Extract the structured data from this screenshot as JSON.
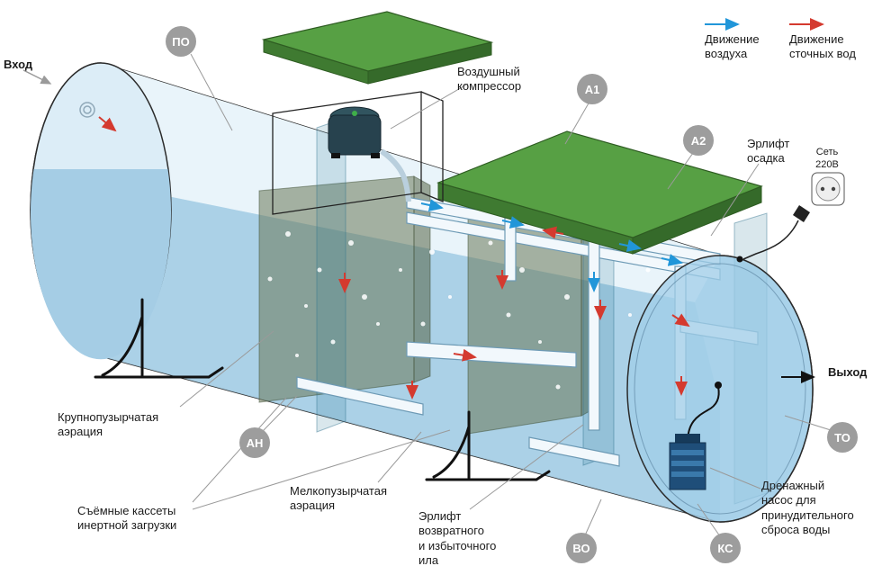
{
  "legend": {
    "air_label": "Движение\nвоздуха",
    "sewage_label": "Движение\nсточных вод"
  },
  "labels": {
    "inlet": "Вход",
    "outlet": "Выход",
    "compressor": "Воздушный\nкомпрессор",
    "sludge_airlift": "Эрлифт\nосадка",
    "power": "Сеть\n220В",
    "coarse_aeration": "Крупнопузырчатая\nаэрация",
    "cassettes": "Съёмные кассеты\nинертной загрузки",
    "fine_aeration": "Мелкопузырчатая\nаэрация",
    "sludge_return": "Эрлифт\nвозвратного\nи избыточного\nила",
    "drain_pump": "Дренажный\nнасос для\nпринудительного\nсброса воды"
  },
  "badges": [
    {
      "id": "po",
      "label": "ПО"
    },
    {
      "id": "a1",
      "label": "А1"
    },
    {
      "id": "a2",
      "label": "А2"
    },
    {
      "id": "an",
      "label": "АН"
    },
    {
      "id": "vo",
      "label": "ВО"
    },
    {
      "id": "ks",
      "label": "КС"
    },
    {
      "id": "to",
      "label": "ТО"
    }
  ],
  "colors": {
    "air_arrow": "#2196d9",
    "water_arrow": "#d43a2f",
    "lid_green": "#57a044",
    "badge_gray": "#9d9d9d",
    "tank_blue": "#c3e0f0"
  }
}
